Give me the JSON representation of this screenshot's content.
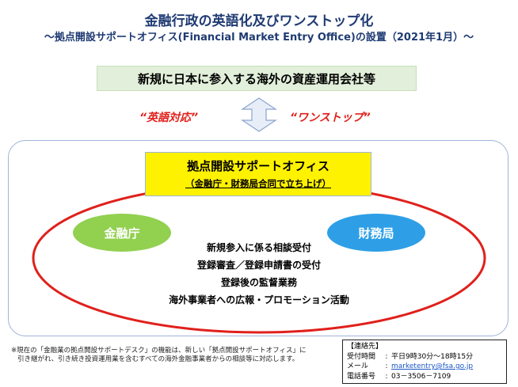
{
  "header": {
    "title": "金融行政の英語化及びワンストップ化",
    "subtitle": "～拠点開設サポートオフィス(Financial Market Entry Office)の設置（2021年1月）～"
  },
  "target": {
    "label": "新規に日本に参入する海外の資産運用会社等"
  },
  "slogans": {
    "left": "“英語対応”",
    "right": "“ワンストップ”"
  },
  "office": {
    "title": "拠点開設サポートオフィス",
    "subtitle": "（金融庁・財務局合同で立ち上げ）"
  },
  "agencies": {
    "left": "金融庁",
    "right": "財務局"
  },
  "services": [
    "新規参入に係る相談受付",
    "登録審査／登録申請書の受付",
    "登録後の監督業務",
    "海外事業者への広報・プロモーション活動"
  ],
  "note": {
    "line1": "※現在の「金融業の拠点開設サポートデスク」の機能は、新しい「拠点開設サポートオフィス」に",
    "line2": "引き継がれ、引き続き投資運用業を含むすべての海外金融事業者からの相談等に対応します。"
  },
  "contact": {
    "heading": "【連絡先】",
    "hours_label": "受付時間",
    "hours_value": "平日9時30分～18時15分",
    "mail_label": "メール",
    "mail_value": "marketentry@fsa.go.jp",
    "phone_label": "電話番号",
    "phone_value": "03－3506－7109"
  },
  "colors": {
    "title": "#1f3b73",
    "slogan": "#e0201b",
    "ellipse": "#e0201b",
    "office_fill": "#fff200",
    "fsa": "#92d050",
    "mof": "#2e9fe6",
    "target_fill": "#e2efda"
  },
  "icons": {
    "arrow": "double-vertical-arrow-icon"
  }
}
